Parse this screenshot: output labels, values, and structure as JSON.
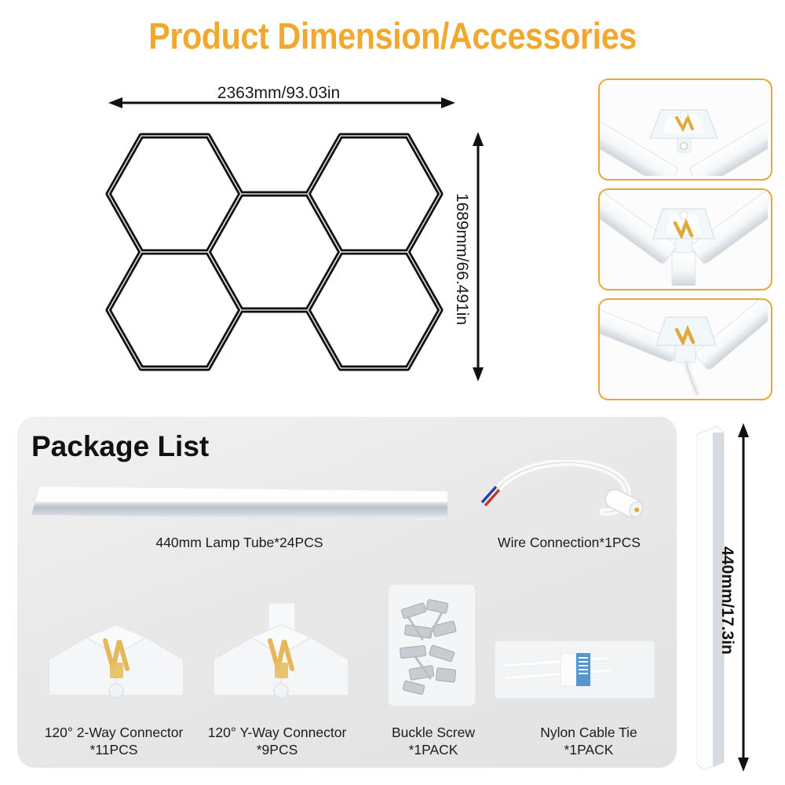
{
  "title": "Product Dimension/Accessories",
  "accent_color": "#F0A92E",
  "panel_color": "#E8E8E8",
  "diagram": {
    "width_label": "2363mm/93.03in",
    "height_label": "1689mm/66.491in",
    "hexagon_count": 5,
    "layout_description": "5 hexagons: two top, one center, two bottom"
  },
  "connector_photos": [
    {
      "caption": "2-way connector joining two lamp tubes"
    },
    {
      "caption": "Y-way connector joining three lamp tubes"
    },
    {
      "caption": "Y-way connector with power wire attached"
    }
  ],
  "package": {
    "heading": "Package List",
    "items": [
      {
        "label": "440mm Lamp Tube*24PCS",
        "name": "440mm Lamp Tube",
        "qty": "24PCS"
      },
      {
        "label": "Wire Connection*1PCS",
        "name": "Wire Connection",
        "qty": "1PCS"
      },
      {
        "label_line1": "120° 2-Way Connector",
        "label_line2": "*11PCS"
      },
      {
        "label_line1": "120° Y-Way Connector",
        "label_line2": "*9PCS"
      },
      {
        "label_line1": "Buckle Screw",
        "label_line2": "*1PACK"
      },
      {
        "label_line1": "Nylon Cable Tie",
        "label_line2": "*1PACK"
      }
    ]
  },
  "tube_dimension": {
    "label": "440mm/17.3in"
  }
}
